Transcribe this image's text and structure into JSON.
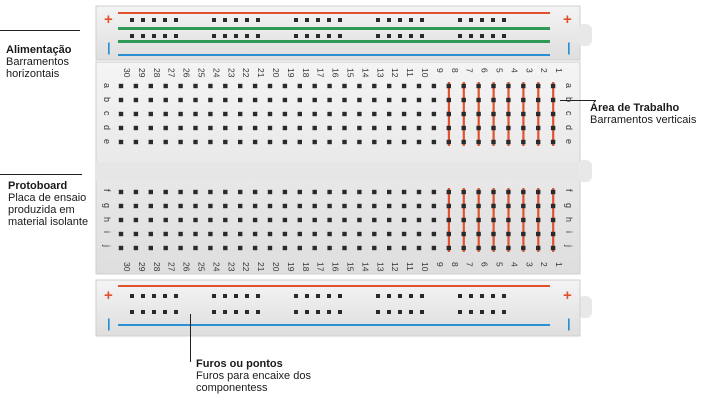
{
  "rails_top": {
    "plus": "+",
    "minus": "|"
  },
  "rails_bottom": {
    "plus": "+",
    "minus": "|"
  },
  "columns": [
    "30",
    "29",
    "28",
    "27",
    "26",
    "25",
    "24",
    "23",
    "22",
    "21",
    "20",
    "19",
    "18",
    "17",
    "16",
    "15",
    "14",
    "13",
    "12",
    "11",
    "10",
    "9",
    "8",
    "7",
    "6",
    "5",
    "4",
    "3",
    "2",
    "1"
  ],
  "rows_top": [
    "a",
    "b",
    "c",
    "d",
    "e"
  ],
  "rows_bottom": [
    "f",
    "g",
    "h",
    "i",
    "j"
  ],
  "labels": {
    "alimentacao": {
      "title": "Alimentação",
      "subtitle": "Barramentos horizontais"
    },
    "protoboard": {
      "title": "Protoboard",
      "subtitle": "Placa de ensaio produzida em material isolante"
    },
    "area": {
      "title": "Área de Trabalho",
      "subtitle": "Barramentos verticais"
    },
    "furos": {
      "title": "Furos ou pontos",
      "subtitle": "Furos para encaixe dos componentess"
    }
  },
  "colors": {
    "red": "#e0522e",
    "green": "#2f9a57",
    "blue": "#2a8fd3",
    "board": "#ececec",
    "hole": "#2a2a2a"
  }
}
